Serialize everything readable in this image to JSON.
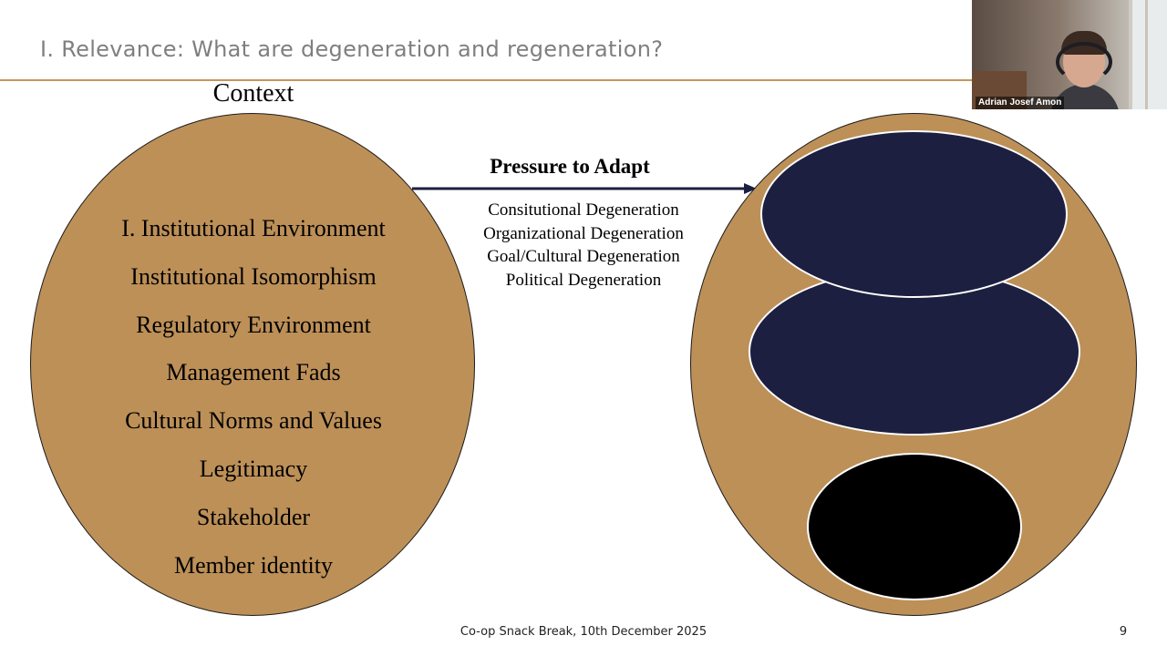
{
  "slide": {
    "title": "I. Relevance: What are degeneration and regeneration?",
    "accent_color": "#c8955c"
  },
  "diagram": {
    "context_label": "Context",
    "context_factors": [
      "I. Institutional Environment",
      "Institutional Isomorphism",
      "Regulatory Environment",
      "Management Fads",
      "Cultural Norms and Values",
      "Legitimacy",
      "Stakeholder",
      "Member identity"
    ],
    "arrow_label": "Pressure to Adapt",
    "degeneration_types": [
      "Consitutional Degeneration",
      "Organizational Degeneration",
      "Goal/Cultural Degeneration",
      "Political Degeneration"
    ],
    "colors": {
      "ellipse_fill": "#bd9058",
      "inner_navy": "#1c1f3f",
      "inner_black": "#000000"
    }
  },
  "footer": {
    "text": "Co-op Snack Break, 10th December 2025",
    "page_number": "9"
  },
  "video": {
    "participant_name": "Adrian Josef Amon"
  }
}
